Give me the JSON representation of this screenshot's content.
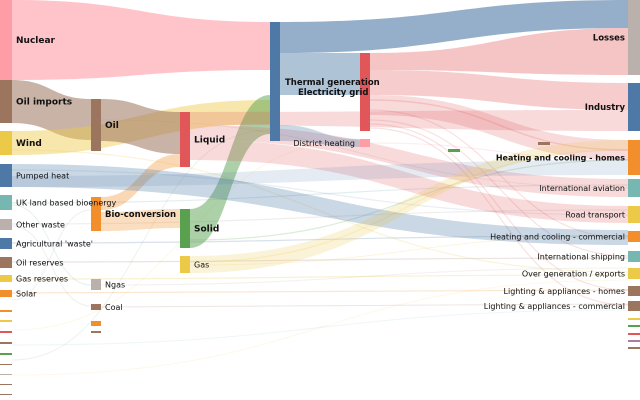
{
  "diagram": {
    "type": "sankey",
    "nodes": [
      {
        "id": "nuclear",
        "label": "Nuclear",
        "color": "#ff9da7",
        "bold": true
      },
      {
        "id": "oil_imports",
        "label": "Oil imports",
        "color": "#9c755f",
        "bold": true
      },
      {
        "id": "wind",
        "label": "Wind",
        "color": "#edc948",
        "bold": true
      },
      {
        "id": "pumped_heat",
        "label": "Pumped heat",
        "color": "#4e79a7",
        "bold": false
      },
      {
        "id": "uk_land_bio",
        "label": "UK land based bioenergy",
        "color": "#76b7b2",
        "bold": false
      },
      {
        "id": "other_waste",
        "label": "Other waste",
        "color": "#bab0ac",
        "bold": false
      },
      {
        "id": "agri_waste",
        "label": "Agricultural 'waste'",
        "color": "#4e79a7",
        "bold": false
      },
      {
        "id": "oil_reserves",
        "label": "Oil reserves",
        "color": "#9c755f",
        "bold": false
      },
      {
        "id": "gas_reserves",
        "label": "Gas reserves",
        "color": "#edc948",
        "bold": false
      },
      {
        "id": "solar",
        "label": "Solar",
        "color": "#f28e2b",
        "bold": false
      },
      {
        "id": "oil",
        "label": "Oil",
        "color": "#9c755f",
        "bold": true
      },
      {
        "id": "bio_conversion",
        "label": "Bio-conversion",
        "color": "#f28e2b",
        "bold": true
      },
      {
        "id": "ngas",
        "label": "Ngas",
        "color": "#bab0ac",
        "bold": false
      },
      {
        "id": "coal",
        "label": "Coal",
        "color": "#9c755f",
        "bold": false
      },
      {
        "id": "liquid",
        "label": "Liquid",
        "color": "#e15759",
        "bold": true
      },
      {
        "id": "solid",
        "label": "Solid",
        "color": "#59a14f",
        "bold": true
      },
      {
        "id": "gas",
        "label": "Gas",
        "color": "#edc948",
        "bold": false
      },
      {
        "id": "thermal_gen",
        "label": "Thermal generation",
        "color": "#4e79a7",
        "bold": true
      },
      {
        "id": "elec_grid",
        "label": "Electricity grid",
        "color": "#e15759",
        "bold": true
      },
      {
        "id": "district_heating",
        "label": "District heating",
        "color": "#ff9da7",
        "bold": false
      },
      {
        "id": "losses",
        "label": "Losses",
        "color": "#bab0ac",
        "bold": true
      },
      {
        "id": "industry",
        "label": "Industry",
        "color": "#4e79a7",
        "bold": true
      },
      {
        "id": "heat_homes",
        "label": "Heating and cooling - homes",
        "color": "#f28e2b",
        "bold": true
      },
      {
        "id": "intl_aviation",
        "label": "International aviation",
        "color": "#76b7b2",
        "bold": false
      },
      {
        "id": "road_transport",
        "label": "Road transport",
        "color": "#edc948",
        "bold": false
      },
      {
        "id": "heat_commercial",
        "label": "Heating and cooling - commercial",
        "color": "#f28e2b",
        "bold": false
      },
      {
        "id": "intl_shipping",
        "label": "International shipping",
        "color": "#76b7b2",
        "bold": false
      },
      {
        "id": "over_gen",
        "label": "Over generation / exports",
        "color": "#edc948",
        "bold": false
      },
      {
        "id": "light_homes",
        "label": "Lighting & appliances - homes",
        "color": "#9c755f",
        "bold": false
      },
      {
        "id": "light_commercial",
        "label": "Lighting & appliances - commercial",
        "color": "#9c755f",
        "bold": false
      }
    ]
  }
}
